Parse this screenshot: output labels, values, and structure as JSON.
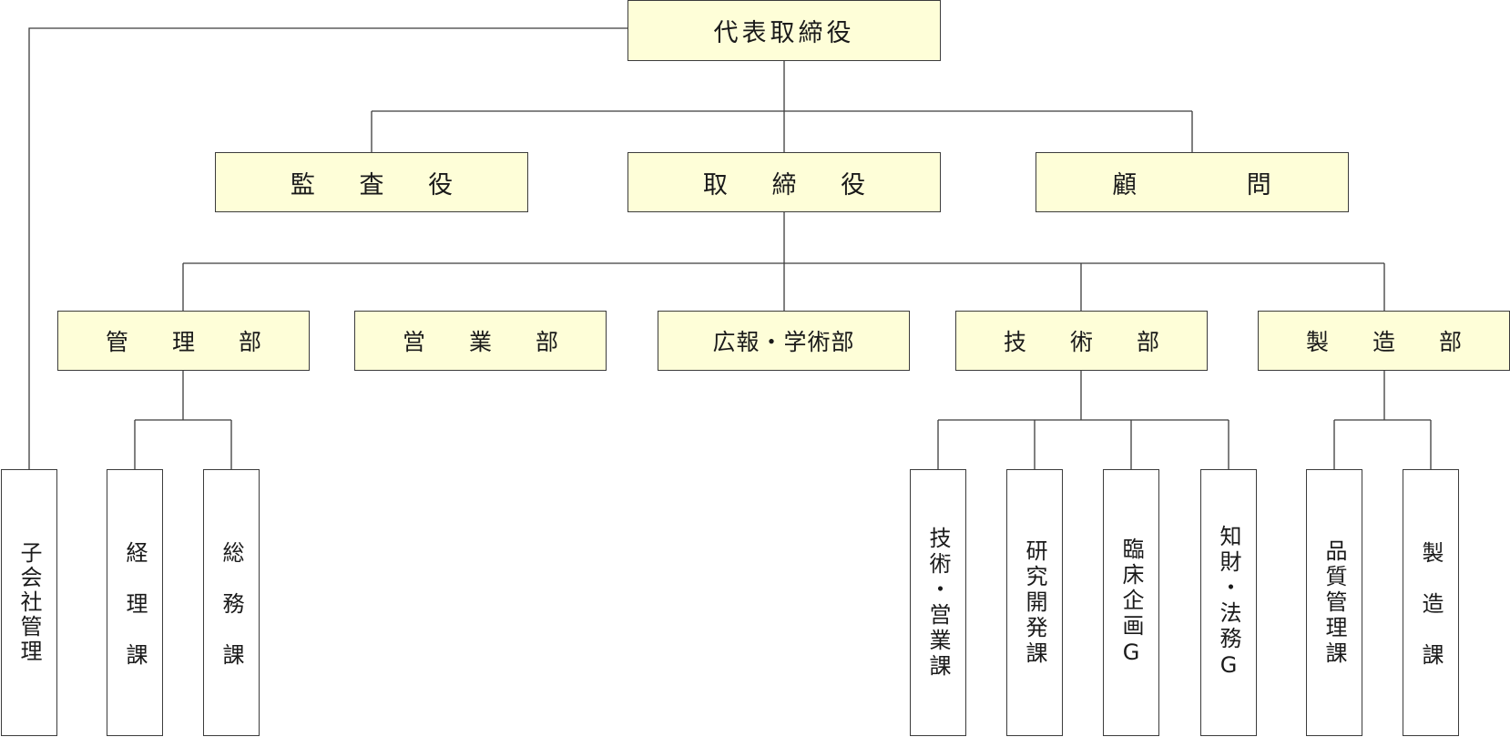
{
  "chart": {
    "ceo": "代表取締役",
    "tier2": {
      "auditor": "監 査 役",
      "directors": "取 締 役",
      "advisor": "顧 問"
    },
    "departments": {
      "admin": "管 理 部",
      "sales": "営 業 部",
      "pr": "広報・学術部",
      "tech": "技 術 部",
      "mfg": "製 造 部"
    },
    "sections": {
      "subsidiary": "子会社管理",
      "accounting": "経理課",
      "general_affairs": "総務課",
      "tech_sales": "技術・営業課",
      "research": "研究開発課",
      "clinical": "臨床企画G",
      "ip_legal": "知財・法務G",
      "qa": "品質管理課",
      "production": "製造課"
    }
  },
  "colors": {
    "box_fill": "#fefed8",
    "section_fill": "#ffffff",
    "line": "#3c3c3c"
  }
}
